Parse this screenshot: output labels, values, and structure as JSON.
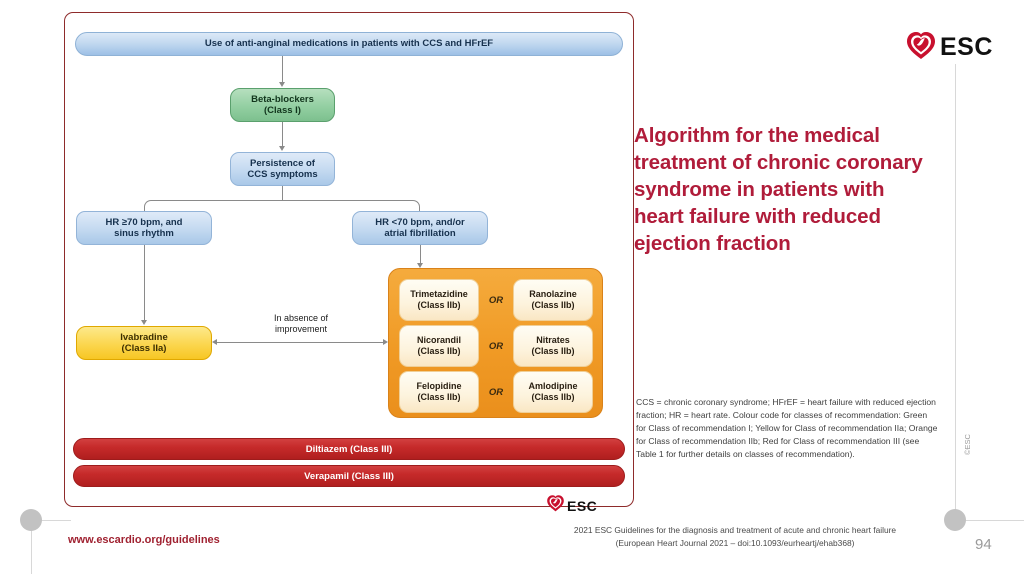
{
  "slide": {
    "title": "Algorithm for the medical treatment of chronic coronary syndrome in patients with heart failure with reduced ejection fraction",
    "page_number": "94",
    "copyright": "©ESC",
    "brand": "ESC",
    "title_color": "#b01c3a"
  },
  "footer": {
    "url": "www.escardio.org/guidelines",
    "citation_line1": "2021 ESC Guidelines for the diagnosis and treatment of acute and chronic heart failure",
    "citation_line2": "(European Heart Journal 2021 – doi:10.1093/eurheartj/ehab368)"
  },
  "legend": {
    "abbreviations": "CCS = chronic coronary syndrome; HFrEF = heart failure with reduced ejection fraction; HR = heart rate.",
    "colour_code": "Colour code for classes of recommendation: Green for Class of recommendation I; Yellow for Class of recommendation IIa; Orange for Class of recommendation IIb; Red for Class of recommendation III (see Table 1 for further details on classes of recommendation)."
  },
  "flowchart": {
    "header": "Use of anti-anginal medications in patients with CCS and HFrEF",
    "beta_blockers": {
      "line1": "Beta-blockers",
      "line2": "(Class I)"
    },
    "persistence": {
      "line1": "Persistence of",
      "line2": "CCS symptoms"
    },
    "branch_left": {
      "line1": "HR ≥70 bpm, and",
      "line2": "sinus rhythm"
    },
    "branch_right": {
      "line1": "HR <70 bpm, and/or",
      "line2": "atrial fibrillation"
    },
    "ivabradine": {
      "line1": "Ivabradine",
      "line2": "(Class IIa)"
    },
    "connector_label": {
      "line1": "In absence of",
      "line2": "improvement"
    },
    "or_label": "OR",
    "options": [
      {
        "left_name": "Trimetazidine",
        "left_class": "(Class IIb)",
        "right_name": "Ranolazine",
        "right_class": "(Class IIb)"
      },
      {
        "left_name": "Nicorandil",
        "left_class": "(Class IIb)",
        "right_name": "Nitrates",
        "right_class": "(Class IIb)"
      },
      {
        "left_name": "Felopidine",
        "left_class": "(Class IIb)",
        "right_name": "Amlodipine",
        "right_class": "(Class IIb)"
      }
    ],
    "contraindicated": [
      {
        "label": "Diltiazem (Class III)"
      },
      {
        "label": "Verapamil (Class III)"
      }
    ],
    "colors": {
      "class_i_green": "#93cfa2",
      "class_iia_yellow": "#fbd64e",
      "class_iib_orange": "#f09a25",
      "class_iii_red": "#c62a2a",
      "frame_border": "#8e2b2b",
      "node_blue": "#c3d9f0"
    }
  }
}
